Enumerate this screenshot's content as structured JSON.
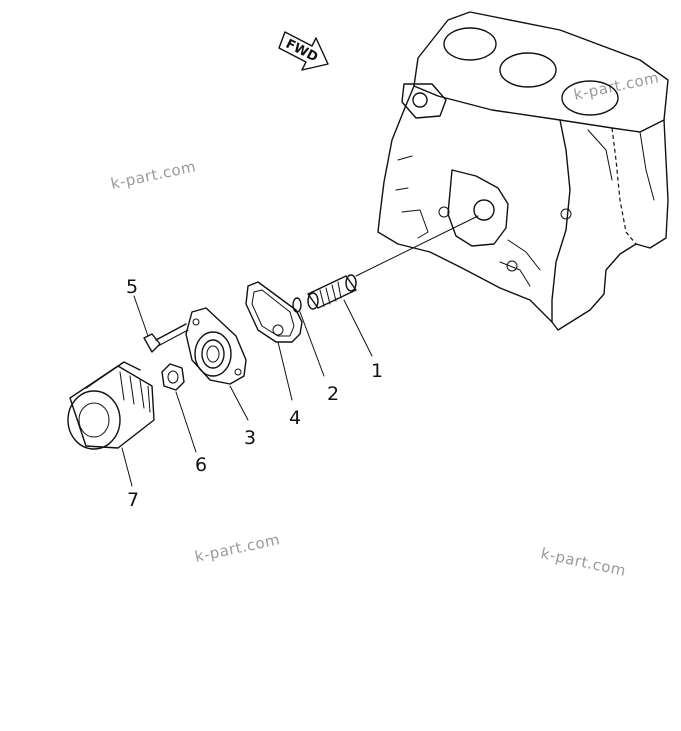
{
  "direction_arrow": {
    "label": "FWD"
  },
  "callouts": [
    {
      "id": "1",
      "label": "1",
      "part": "oil-pipe"
    },
    {
      "id": "2",
      "label": "2",
      "part": "o-ring"
    },
    {
      "id": "3",
      "label": "3",
      "part": "filter-head"
    },
    {
      "id": "4",
      "label": "4",
      "part": "gasket"
    },
    {
      "id": "5",
      "label": "5",
      "part": "bolt"
    },
    {
      "id": "6",
      "label": "6",
      "part": "nut"
    },
    {
      "id": "7",
      "label": "7",
      "part": "oil-filter"
    }
  ],
  "watermarks": [
    "k-part.com",
    "k-part.com",
    "k-part.com",
    "k-part.com"
  ]
}
